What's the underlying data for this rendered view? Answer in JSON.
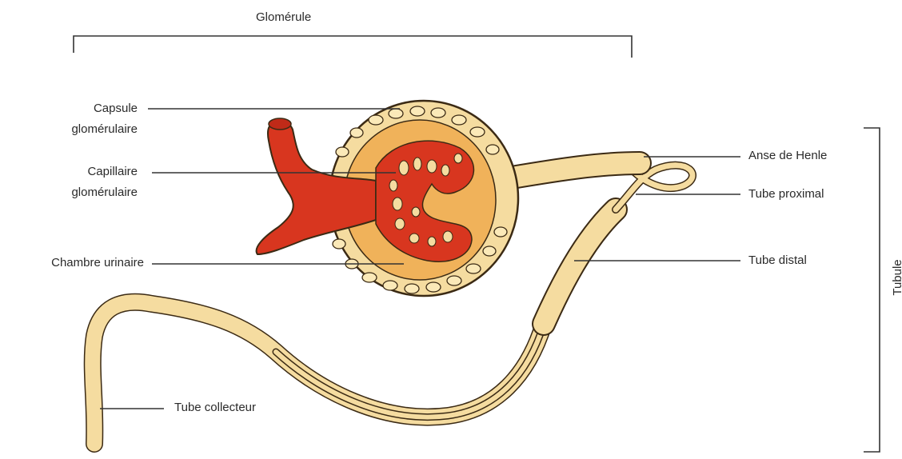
{
  "diagram": {
    "brackets": {
      "glomerule": "Glomérule",
      "tubule": "Tubule"
    },
    "labels": {
      "capsule_line1": "Capsule",
      "capsule_line2": "glomérulaire",
      "capillaire_line1": "Capillaire",
      "capillaire_line2": "glomérulaire",
      "chambre": "Chambre urinaire",
      "tube_collecteur": "Tube collecteur",
      "anse": "Anse de Henle",
      "tube_proximal": "Tube proximal",
      "tube_distal": "Tube distal"
    },
    "colors": {
      "tube_fill": "#f5dca0",
      "tube_stroke": "#3b2a14",
      "vessel_red": "#d8361f",
      "chamber_orange": "#f0b25a",
      "cell_fill": "#fbe9b8",
      "leader_line": "#333333"
    }
  }
}
